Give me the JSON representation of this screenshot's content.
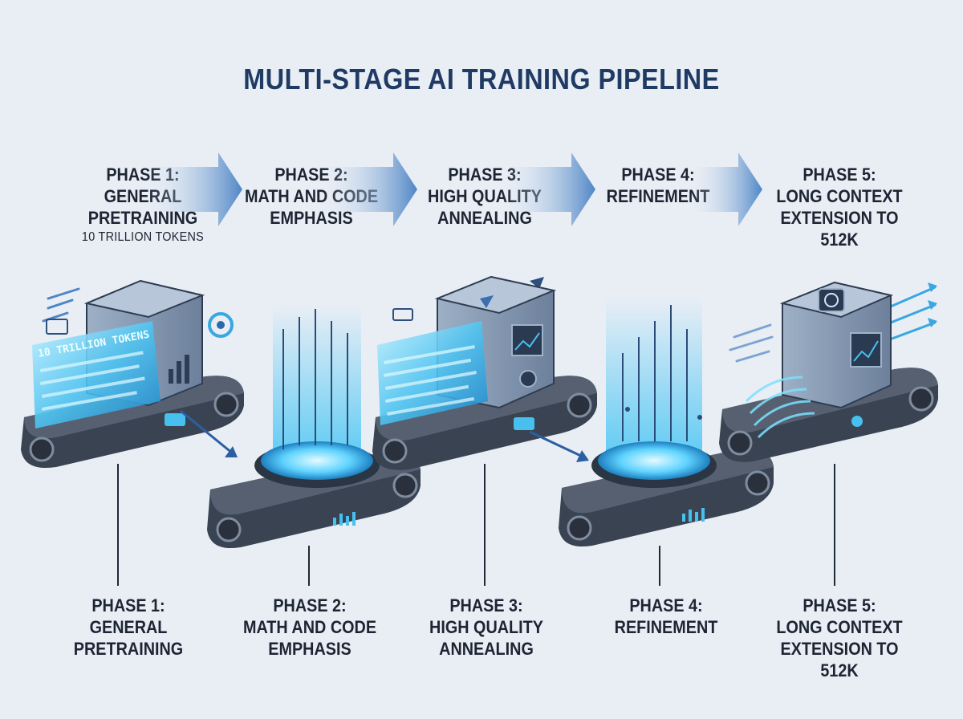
{
  "title": "MULTI-STAGE AI TRAINING PIPELINE",
  "phases": [
    {
      "heading": "PHASE 1:",
      "lines": [
        "GENERAL",
        "PRETRAINING"
      ],
      "subtext": "10 TRILLION TOKENS"
    },
    {
      "heading": "PHASE 2:",
      "lines": [
        "MATH AND CODE",
        "EMPHASIS"
      ]
    },
    {
      "heading": "PHASE 3:",
      "lines": [
        "HIGH QUALITY",
        "ANNEALING"
      ]
    },
    {
      "heading": "PHASE 4:",
      "lines": [
        "REFINEMENT"
      ]
    },
    {
      "heading": "PHASE 5:",
      "lines": [
        "LONG CONTEXT",
        "EXTENSION TO 512K"
      ]
    }
  ],
  "machine_panel_text": "10 TRILLION TOKENS",
  "colors": {
    "background": "#e9eef5",
    "title": "#1f3a63",
    "accent_blue": "#3aa7e0",
    "glow": "#8fe3ff",
    "machine_body": "#7f93ad",
    "conveyor": "#3a4352"
  }
}
